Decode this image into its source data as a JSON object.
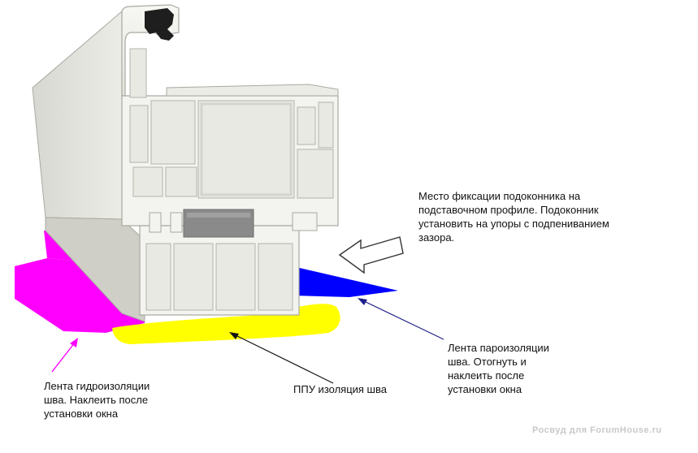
{
  "labels": {
    "sill_fixation": "Место фиксации подоконника на\nподставочном профиле. Подоконник\nустановить на упоры с подпениванием\nзазора.",
    "vapor_tape": "Лента пароизоляции\nшва. Отогнуть и\nнаклеить после\nустановки окна",
    "waterproof_tape": "Лента гидроизоляции\nшва. Наклеить после\nустановки окна",
    "foam_insulation": "ППУ изоляция шва"
  },
  "watermark": "Росвуд для ForumHouse.ru",
  "colors": {
    "waterproof_tape": "#ff00ff",
    "vapor_tape": "#0000ff",
    "foam": "#ffff00",
    "profile_white": "#f2f2ee",
    "profile_shadow": "#b8b8b0",
    "gasket": "#1e1e1e",
    "sill_insert": "#8a8a8a"
  }
}
